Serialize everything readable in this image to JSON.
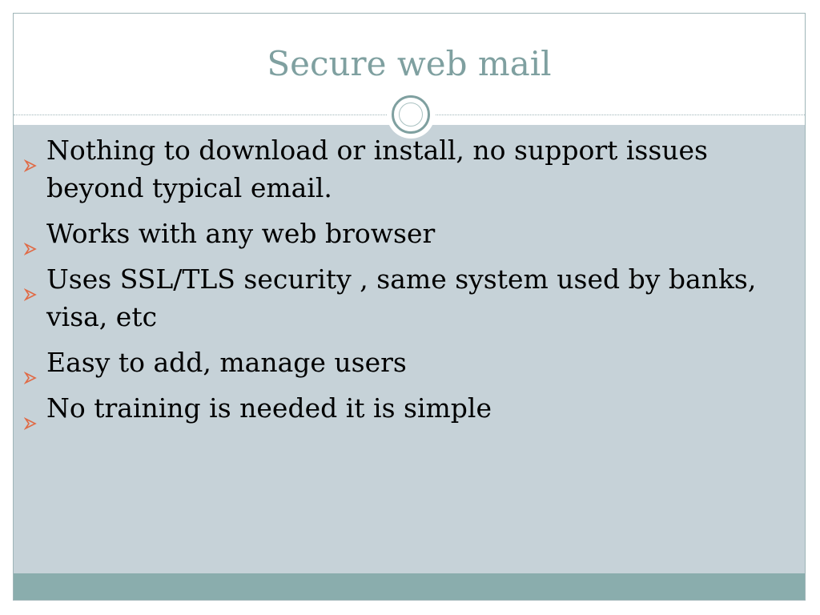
{
  "slide": {
    "title": "Secure web mail",
    "bullets": [
      "Nothing to download or install, no support issues beyond typical email.",
      "Works with any web browser",
      "Uses SSL/TLS security , same system used by banks, visa, etc",
      "Easy to add, manage users",
      "No training is needed it is simple"
    ]
  },
  "theme": {
    "title_color": "#7fa0a0",
    "content_bg": "#c6d2d8",
    "footer_color": "#8aadad",
    "bullet_color": "#e06a45",
    "bullet_icon": "arrowhead-bullet-icon"
  }
}
